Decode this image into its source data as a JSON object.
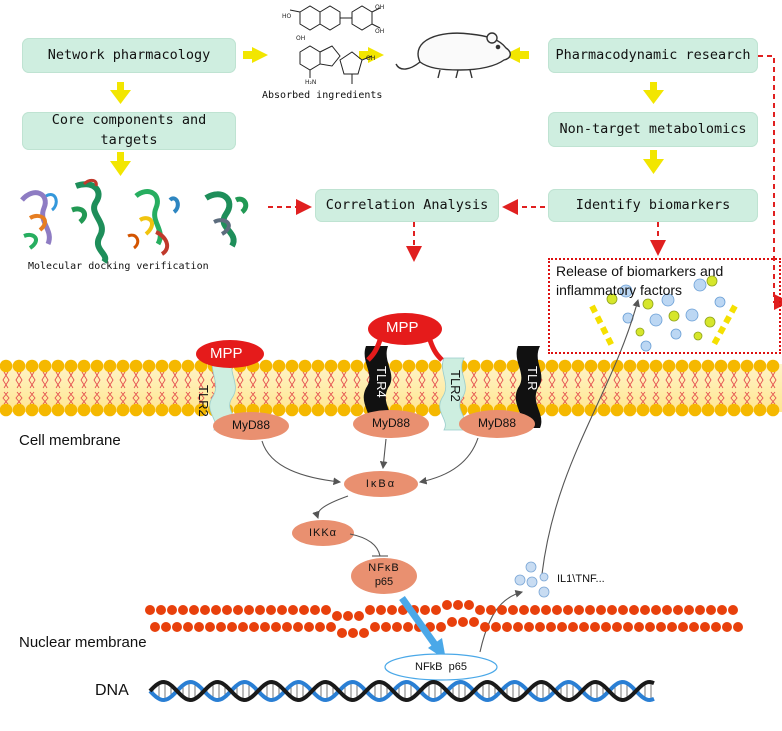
{
  "flow": {
    "network_pharmacology": "Network pharmacology",
    "core_components": "Core components and targets",
    "correlation_analysis": "Correlation Analysis",
    "pharmacodynamic": "Pharmacodynamic research",
    "nontarget": "Non-target metabolomics",
    "identify": "Identify biomarkers",
    "absorbed": "Absorbed ingredients",
    "docking": "Molecular docking verification",
    "release": "Release of biomarkers and inflammatory factors"
  },
  "pathway": {
    "mpp": "MPP",
    "tlr2": "TLR2",
    "tlr4": "TLR4",
    "tlr": "TLR",
    "myd88": "MyD88",
    "ikba": "IκBα",
    "ikka": "IKKα",
    "nfkb_top": "NFκB",
    "nfkb_bottom": "p65",
    "nfkb_nucleus": "NFkB  p65",
    "cytokines": "IL1\\TNF...",
    "cell_membrane": "Cell membrane",
    "nuclear_membrane": "Nuclear membrane",
    "dna": "DNA"
  },
  "colors": {
    "flow_box": "#cfeee0",
    "flow_arrow": "#f2e600",
    "dashed_arrow": "#e02020",
    "lipid_head": "#f5b800",
    "nuclear_bead": "#e8400c",
    "myd88": "#e99070",
    "mpp": "#e51b1b",
    "dna_blue": "#2a7fd4"
  }
}
